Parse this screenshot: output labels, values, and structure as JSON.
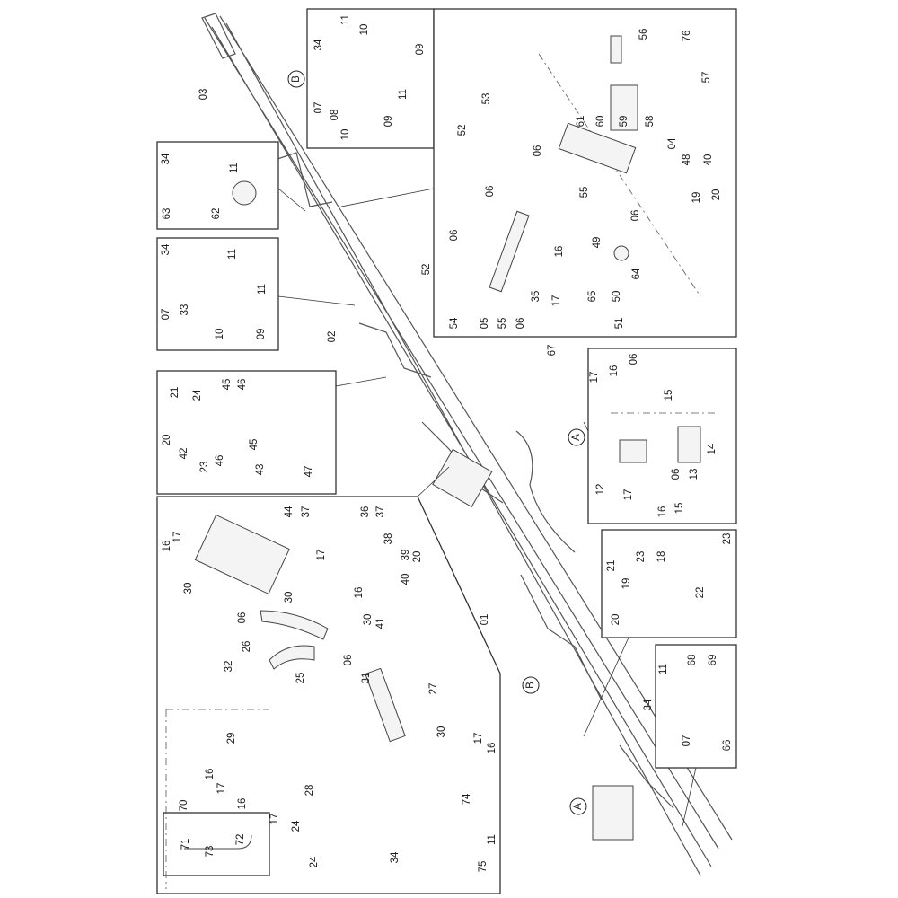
{
  "diagram": {
    "main_labels": [
      "03",
      "02",
      "01",
      "67",
      "44"
    ],
    "detail_markers": [
      "B",
      "A",
      "B",
      "A"
    ],
    "box_b": [
      "11",
      "10",
      "34",
      "07",
      "08",
      "11",
      "09",
      "09",
      "10"
    ],
    "box_clamp_63": [
      "34",
      "11",
      "63",
      "62"
    ],
    "box_clamp_33": [
      "34",
      "11",
      "07",
      "33",
      "11",
      "10",
      "09"
    ],
    "box_hinge": [
      "56",
      "76",
      "57",
      "53",
      "52",
      "61",
      "60",
      "59",
      "58",
      "04",
      "48",
      "40",
      "06",
      "06",
      "55",
      "20",
      "19",
      "06",
      "06",
      "49",
      "16",
      "52",
      "64",
      "17",
      "65",
      "50",
      "54",
      "05",
      "55",
      "06",
      "35",
      "51"
    ],
    "box_a": [
      "17",
      "16",
      "06",
      "15",
      "14",
      "12",
      "13",
      "06",
      "17",
      "16",
      "15"
    ],
    "box_bracket_42": [
      "21",
      "24",
      "45",
      "46",
      "20",
      "42",
      "23",
      "46",
      "45",
      "43",
      "47"
    ],
    "box_center": [
      "16",
      "17",
      "30",
      "37",
      "36",
      "37",
      "38",
      "39",
      "20",
      "40",
      "06",
      "17",
      "30",
      "16",
      "30",
      "41",
      "26",
      "06",
      "32",
      "25",
      "31",
      "27",
      "29",
      "30",
      "17",
      "16",
      "16",
      "17",
      "28",
      "16",
      "17",
      "70",
      "74",
      "71",
      "73",
      "72",
      "24",
      "24",
      "11",
      "34",
      "75"
    ],
    "box_bracket_23": [
      "21",
      "19",
      "23",
      "18",
      "23",
      "20",
      "22"
    ],
    "box_plate_68": [
      "68",
      "69",
      "11",
      "34",
      "07",
      "66"
    ]
  }
}
